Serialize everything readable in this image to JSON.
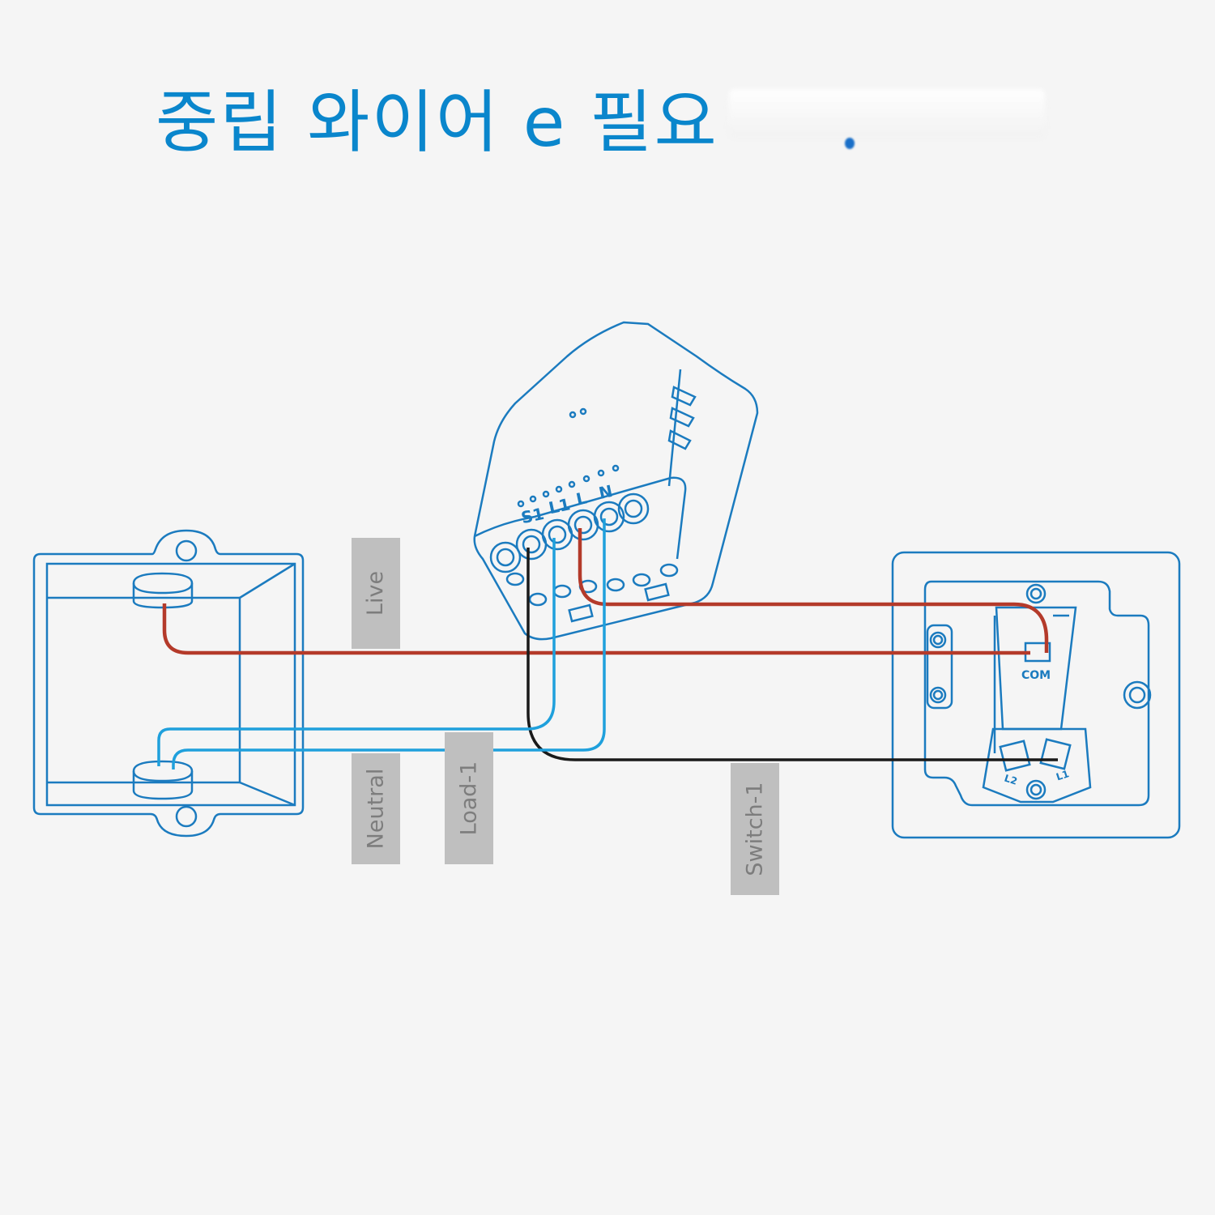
{
  "title": "중립 와이어 e 필요",
  "module_terminals": [
    "S1",
    "L1",
    "L",
    "N"
  ],
  "switch_terminals": {
    "com": "COM",
    "l1": "L1",
    "l2": "L2"
  },
  "wire_labels": {
    "live": "Live",
    "neutral": "Neutral",
    "load": "Load-1",
    "switch": "Switch-1"
  },
  "colors": {
    "outline": "#1b7bbf",
    "live_wire": "#b43a2a",
    "neutral_load_wire": "#1fa0dc",
    "switch_wire": "#1a1a1a",
    "title": "#0a86cc",
    "label_bg": "#bfbfbf"
  }
}
